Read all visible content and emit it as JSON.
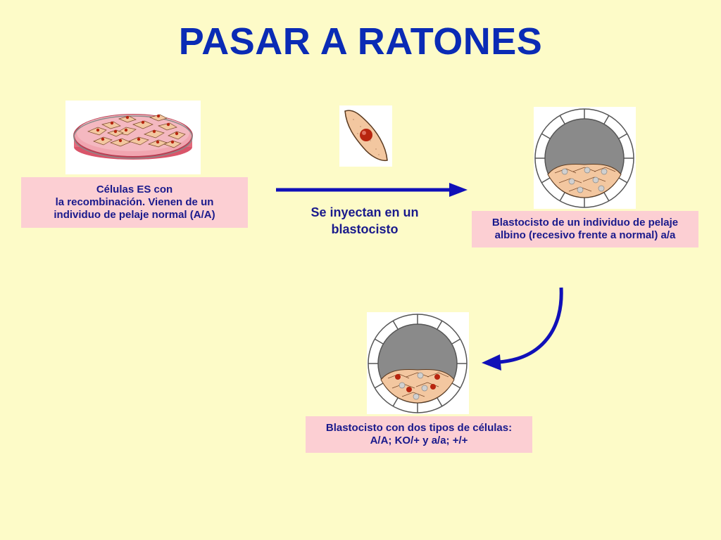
{
  "title": "PASAR A RATONES",
  "es_cells": {
    "lines": [
      "Células ES con",
      "la recombinación. Vienen de un",
      "individuo de pelaje normal (A/A)"
    ]
  },
  "injection": {
    "lines": [
      "Se inyectan en un",
      "blastocisto"
    ]
  },
  "host_blastocyst": {
    "lines": [
      "Blastocisto de un individuo de pelaje",
      "albino (recesivo frente a normal) a/a"
    ]
  },
  "chimeric_blastocyst": {
    "lines": [
      "Blastocisto con dos tipos de células:",
      "A/A; KO/+ y a/a; +/+"
    ]
  },
  "colors": {
    "title": "#0a2bb5",
    "label_bg": "#fccfd3",
    "label_text": "#1a1a8c",
    "arrow": "#1010b8",
    "background": "#fdfbc8",
    "cell_fill": "#f5c9a6",
    "nucleus_red": "#b8250f",
    "nucleus_grey": "#cfcfcf",
    "cavity": "#8a8a8a"
  }
}
